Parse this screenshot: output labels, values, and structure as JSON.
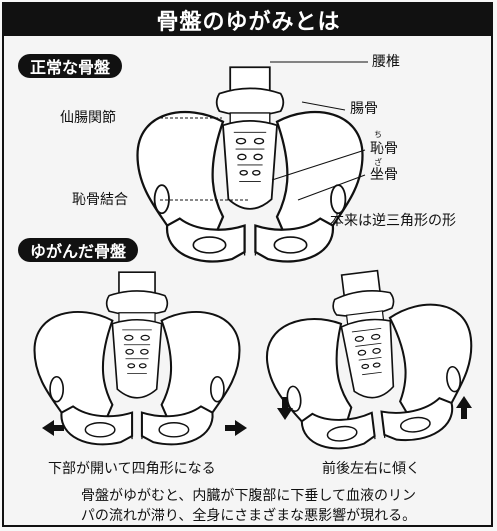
{
  "title": "骨盤のゆがみとは",
  "normal": {
    "heading": "正常な骨盤",
    "labels": {
      "lumbar": "腰椎",
      "ilium": "腸骨",
      "sacroiliac": "仙腸関節",
      "pubis": "恥骨",
      "pubis_ruby": "ち",
      "ischium": "坐骨",
      "ischium_ruby": "ざ",
      "symphysis": "恥骨結合"
    },
    "note": "本来は逆三角形の形"
  },
  "distorted": {
    "heading": "ゆがんだ骨盤",
    "left_caption": "下部が開いて四角形になる",
    "right_caption": "前後左右に傾く"
  },
  "summary": {
    "line1": "骨盤がゆがむと、内臓が下腹部に下垂して血液のリン",
    "line2": "パの流れが滞り、全身にさまざまな悪影響が現れる。"
  }
}
